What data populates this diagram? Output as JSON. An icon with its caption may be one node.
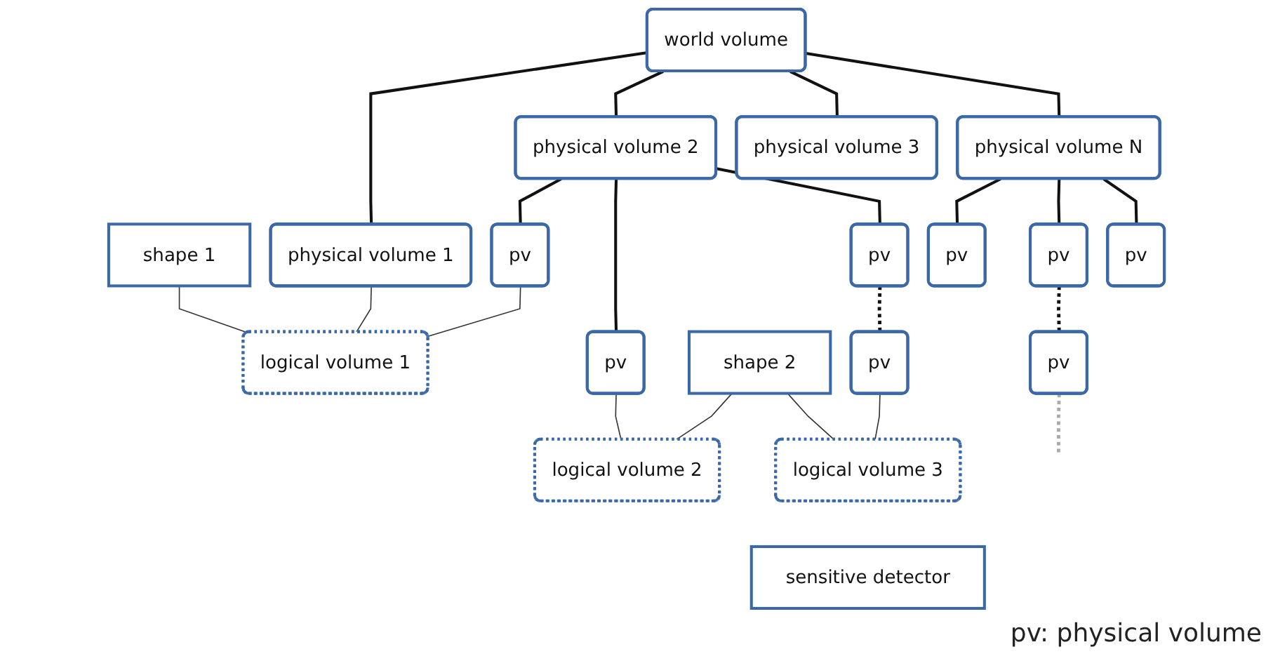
{
  "diagram": {
    "nodes": [
      {
        "text": [
          "world volume"
        ]
      },
      {
        "text": [
          "physical volume 1"
        ]
      },
      {
        "text": [
          "physical volume 2"
        ]
      },
      {
        "text": [
          "physical volume 3"
        ]
      },
      {
        "text": [
          "physical volume N"
        ]
      },
      {
        "text": [
          "pv"
        ]
      },
      {
        "text": [
          "pv"
        ]
      },
      {
        "text": [
          "pv"
        ]
      },
      {
        "text": [
          "pv"
        ]
      },
      {
        "text": [
          "pv"
        ]
      },
      {
        "text": [
          "pv"
        ]
      },
      {
        "text": [
          "shape 1"
        ]
      },
      {
        "text": [
          "logical volume 1"
        ]
      },
      {
        "text": [
          "shape 2"
        ]
      },
      {
        "text": [
          "logical volume 2"
        ]
      },
      {
        "text": [
          "pv"
        ]
      },
      {
        "text": [
          "pv"
        ]
      },
      {
        "text": [
          "logical volume 3"
        ]
      },
      {
        "text": [
          "sensitive detector"
        ]
      }
    ],
    "edges": [
      {
        "from": 0,
        "to": 1,
        "arrow": "none"
      },
      {
        "from": 0,
        "to": 2,
        "arrow": "none"
      },
      {
        "from": 0,
        "to": 3,
        "arrow": "none"
      },
      {
        "from": 0,
        "to": 4,
        "arrow": "none"
      },
      {
        "from": 2,
        "to": 5,
        "arrow": "none"
      },
      {
        "from": 2,
        "to": 6,
        "arrow": "none"
      },
      {
        "from": 2,
        "to": 7,
        "arrow": "none"
      },
      {
        "from": 4,
        "to": 8,
        "arrow": "none"
      },
      {
        "from": 4,
        "to": 9,
        "arrow": "none"
      },
      {
        "from": 4,
        "to": 10,
        "arrow": "none"
      },
      {
        "from": 1,
        "to": 12,
        "arrow": "none",
        "color": "#333333"
      },
      {
        "from": 11,
        "to": 12,
        "arrow": "none",
        "color": "#333333"
      },
      {
        "from": 5,
        "to": 12,
        "arrow": "none",
        "color": "#333333"
      },
      {
        "from": 13,
        "to": 14,
        "arrow": "none",
        "color": "#333333"
      },
      {
        "from": 6,
        "to": 14,
        "arrow": "none",
        "color": "#333333"
      },
      {
        "from": 7,
        "to": 15,
        "arrow": "none",
        "style": "dashed"
      },
      {
        "from": 9,
        "to": 16,
        "arrow": "none",
        "style": "dashed"
      },
      {
        "from": 16,
        "to": null,
        "arrow": "none",
        "style": "dashed",
        "color": "#aaaaaa"
      },
      {
        "from": 13,
        "to": 17,
        "arrow": "none",
        "color": "#333333"
      },
      {
        "from": 15,
        "to": 17,
        "arrow": "none",
        "color": "#333333"
      }
    ],
    "labels": [
      "pv: physical volume"
    ]
  }
}
